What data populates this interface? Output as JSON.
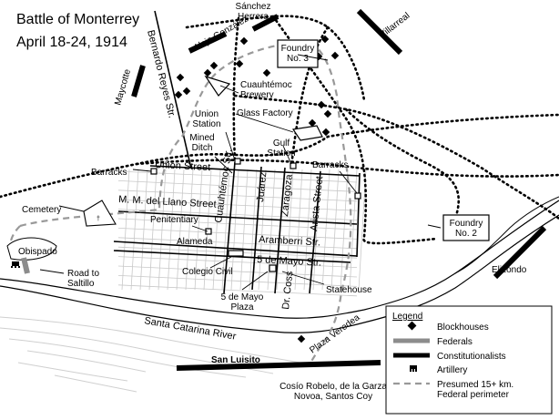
{
  "title": "Battle of Monterrey",
  "subtitle": "April 18-24, 1914",
  "colors": {
    "ink": "#000000",
    "federals": "#8c8c8c",
    "constitutionalists": "#000000",
    "perimeter": "#999999",
    "grid": "#c8c8c8",
    "water": "#d0d0d0"
  },
  "places": {
    "sanchez_herrera": "Sánchez\nHerrera",
    "alejo_gonzalez": "Alejo González",
    "villarreal": "Villarreal",
    "foundry3": "Foundry\nNo. 3",
    "maycotte": "Maycotte",
    "bernardo_reyes": "Bernardo Reyes Str.",
    "cuauhtemoc_brewery": "Cuauhtémoc\nBrewery",
    "union_station": "Union\nStation",
    "glass_factory": "Glass Factory",
    "mined_ditch": "Mined\nDitch",
    "gulf_station": "Gulf\nStation",
    "union_street": "Union Street",
    "barracks_left": "Barracks",
    "barracks_right": "Barracks",
    "cemetery": "Cemetery",
    "llano_street": "M. M. del Llano Street",
    "cuauhtemoc_str": "Cuauhtémoc Str.",
    "juarez": "Juárez",
    "zaragoza": "Zaragoza",
    "arista": "Arista Street",
    "foundry2": "Foundry\nNo. 2",
    "penitentiary": "Penitentiary",
    "obispado": "Obispado",
    "alameda": "Alameda",
    "aramberri": "Aramberri Str.",
    "cinco_mayo_str": "5 de Mayo Str.",
    "elizondo": "Elizondo",
    "road_saltillo": "Road to\nSaltillo",
    "colegio_civil": "Colegio Civil",
    "statehouse": "Statehouse",
    "cinco_mayo_plaza": "5 de Mayo\nPlaza",
    "dr_coss": "Dr. Coss",
    "santa_catarina": "Santa Catarina River",
    "plaza_veredea": "Plaza Veredea",
    "san_luisito": "San Luisito",
    "cosio": "Cosío Robelo, de la Garza\nNovoa, Santos Coy"
  },
  "legend": {
    "heading": "Legend",
    "items": [
      {
        "label": "Blockhouses",
        "symbol": "diamond-icon"
      },
      {
        "label": "Federals",
        "symbol": "gray-bar"
      },
      {
        "label": "Constitutionalists",
        "symbol": "black-bar"
      },
      {
        "label": "Artillery",
        "symbol": "artillery-icon"
      },
      {
        "label": "Presumed 15+ km.\nFederal perimeter",
        "symbol": "dashed-line"
      }
    ]
  }
}
